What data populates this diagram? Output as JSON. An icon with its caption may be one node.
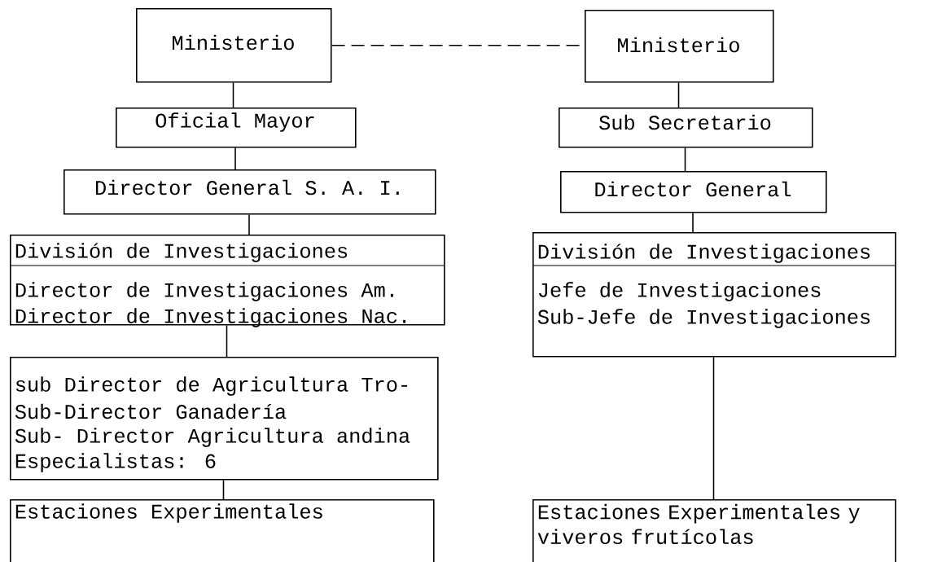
{
  "diagram": {
    "nodes": [
      {
        "text": [
          "Ministerio"
        ]
      },
      {
        "text": [
          "Oficial Mayor"
        ]
      },
      {
        "text": [
          "Director General S. A. I."
        ]
      },
      {
        "text": [
          "División de Investigaciones",
          "Director de Investigaciones Am.",
          "Director de Investigaciones Nac."
        ]
      },
      {
        "text": [
          "sub Director de Agricultura Tro-",
          "Sub-Director Ganadería",
          "Sub- Director Agricultura andina",
          "Especialistas: 6"
        ]
      },
      {
        "text": [
          "Estaciones Experimentales"
        ]
      },
      {
        "text": [
          "Ministerio"
        ]
      },
      {
        "text": [
          "Sub Secretario"
        ]
      },
      {
        "text": [
          "Director General"
        ]
      },
      {
        "text": [
          "División de Investigaciones",
          "Jefe de Investigaciones",
          "Sub-Jefe de Investigaciones"
        ]
      },
      {
        "text": [
          "Estaciones Experimentales y viveros frutícolas"
        ]
      }
    ],
    "edges": [
      {
        "from": 0,
        "to": 1,
        "arrow": "none"
      },
      {
        "from": 1,
        "to": 2,
        "arrow": "none"
      },
      {
        "from": 2,
        "to": 3,
        "arrow": "none"
      },
      {
        "from": 3,
        "to": 4,
        "arrow": "none"
      },
      {
        "from": 4,
        "to": 5,
        "arrow": "none"
      },
      {
        "from": 0,
        "to": 6,
        "arrow": "none",
        "style": "dashed"
      },
      {
        "from": 6,
        "to": 7,
        "arrow": "none"
      },
      {
        "from": 7,
        "to": 8,
        "arrow": "none"
      },
      {
        "from": 8,
        "to": 9,
        "arrow": "none"
      },
      {
        "from": 9,
        "to": 10,
        "arrow": "none"
      }
    ]
  }
}
